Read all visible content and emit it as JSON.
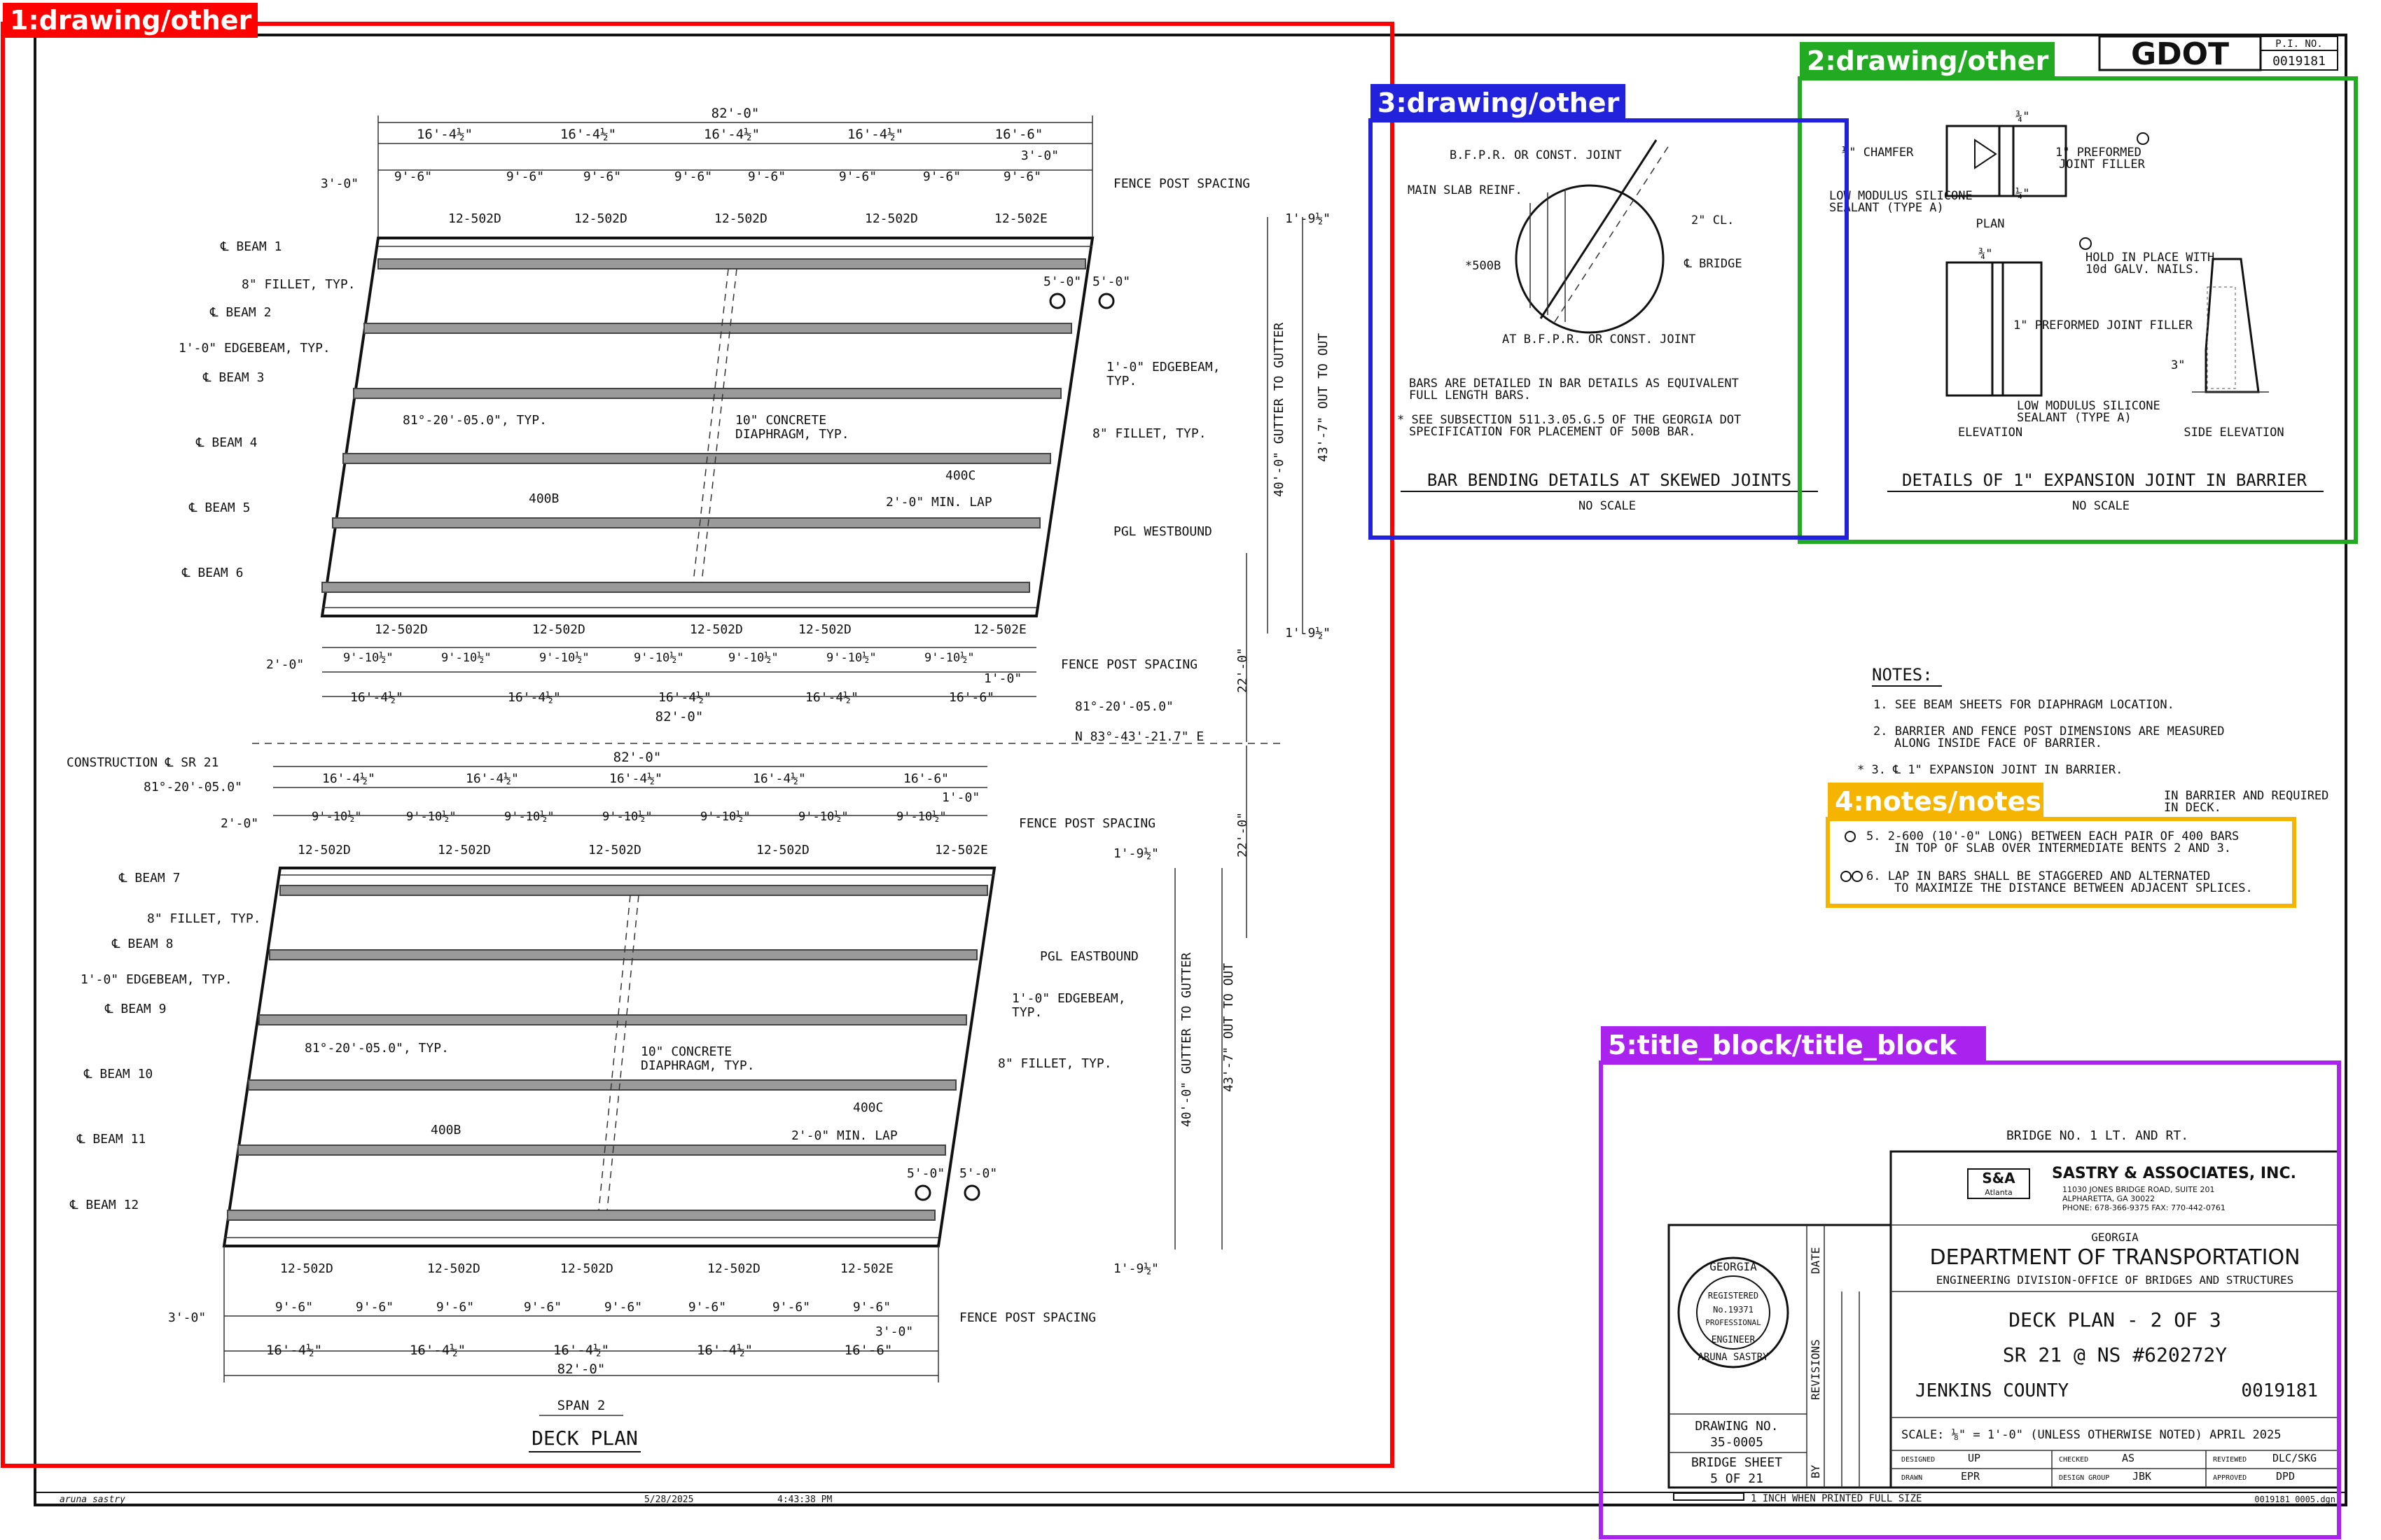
{
  "annotations": [
    {
      "label": "1:drawing/other",
      "color": "#ff0000"
    },
    {
      "label": "2:drawing/other",
      "color": "#22aa22"
    },
    {
      "label": "3:drawing/other",
      "color": "#2222dd"
    },
    {
      "label": "4:notes/notes",
      "color": "#f5b400"
    },
    {
      "label": "5:title_block/title_block",
      "color": "#aa22ee"
    }
  ],
  "header": {
    "logo": "GDOT",
    "pi_no_label": "P.I. NO.",
    "pi_no": "0019181"
  },
  "deck_plan": {
    "span_label": "SPAN 2",
    "title": "DECK PLAN",
    "top_overall": "82'-0\"",
    "top_segments": [
      "16'-4½\"",
      "16'-4½\"",
      "16'-4½\"",
      "16'-4½\"",
      "16'-6\""
    ],
    "top_spacing": [
      "9'-6\"",
      "9'-6\"",
      "9'-6\"",
      "9'-6\"",
      "9'-6\"",
      "9'-6\"",
      "9'-6\"",
      "3'-0\""
    ],
    "mid_spacing": [
      "9'-10½\"",
      "9'-10½\"",
      "9'-10½\"",
      "9'-10½\"",
      "9'-10½\"",
      "9'-10½\"",
      "9'-10½\""
    ],
    "mid_segments": [
      "16'-4½\"",
      "16'-4½\"",
      "16'-4½\"",
      "16'-4½\"",
      "16'-6\""
    ],
    "bottom_segments": [
      "16'-4½\"",
      "16'-4½\"",
      "16'-4½\"",
      "16'-4½\"",
      "16'-6\""
    ],
    "bottom_spacing": [
      "9'-6\"",
      "9'-6\"",
      "9'-6\"",
      "9'-6\"",
      "9'-6\"",
      "9'-6\"",
      "9'-6\""
    ],
    "bars": [
      "12-502D",
      "12-502D",
      "12-502D",
      "12-502D",
      "12-502E"
    ],
    "beams_wb": [
      "℄ BEAM 1",
      "℄ BEAM 2",
      "℄ BEAM 3",
      "℄ BEAM 4",
      "℄ BEAM 5",
      "℄ BEAM 6"
    ],
    "beams_eb": [
      "℄ BEAM 7",
      "℄ BEAM 8",
      "℄ BEAM 9",
      "℄ BEAM 10",
      "℄ BEAM 11",
      "℄ BEAM 12"
    ],
    "fillet": "8\" FILLET, TYP.",
    "edgebeam": "1'-0\" EDGEBEAM, TYP.",
    "edgebeam_r1": "1'-0\" EDGEBEAM,",
    "edgebeam_r2": "TYP.",
    "skew": "81°-20'-05.0\", TYP.",
    "skew_plain": "81°-20'-05.0\"",
    "diaphragm_1": "10\" CONCRETE",
    "diaphragm_2": "DIAPHRAGM, TYP.",
    "bar_400c": "400C",
    "bar_400b": "400B",
    "lap": "2'-0\" MIN. LAP",
    "pgl_wb": "PGL WESTBOUND",
    "pgl_eb": "PGL EASTBOUND",
    "fence": "FENCE POST SPACING",
    "gutter": "40'-0\"  GUTTER TO GUTTER",
    "outout": "43'-7\"  OUT TO OUT",
    "dim_19": "1'-9½\"",
    "dim_22": "22'-0\"",
    "dim_3": "3'-0\"",
    "dim_2": "2'-0\"",
    "dim_1": "1'-0\"",
    "dim_5": "5'-0\"",
    "construction": "CONSTRUCTION ℄ SR 21",
    "bearing": "N 83°-43'-21.7\" E"
  },
  "bar_bending": {
    "bfpr": "B.F.P.R. OR CONST. JOINT",
    "slab": "MAIN SLAB REINF.",
    "cl": "2\" CL.",
    "bridge": "℄ BRIDGE",
    "bar": "*500B",
    "at": "AT B.F.P.R. OR CONST. JOINT",
    "note1a": "BARS ARE DETAILED IN BAR DETAILS AS EQUIVALENT",
    "note1b": "FULL LENGTH BARS.",
    "note2a": "* SEE SUBSECTION 511.3.05.G.5 OF THE GEORGIA DOT",
    "note2b": "SPECIFICATION FOR PLACEMENT OF 500B BAR.",
    "title": "BAR BENDING DETAILS AT SKEWED JOINTS",
    "scale": "NO SCALE"
  },
  "expansion": {
    "chamfer": "¼\" CHAMFER",
    "filler_a": "1\" PREFORMED",
    "filler_b": "JOINT FILLER",
    "sealant_a": "LOW MODULUS SILICONE",
    "sealant_b": "SEALANT (TYPE A)",
    "plan": "PLAN",
    "dim34": "¾\"",
    "dim14": "¼\"",
    "hold_a": "HOLD IN PLACE WITH",
    "hold_b": "10d GALV. NAILS.",
    "filler_elev": "1\" PREFORMED JOINT FILLER",
    "dim3": "3\"",
    "elevation": "ELEVATION",
    "side": "SIDE ELEVATION",
    "title": "DETAILS OF 1\" EXPANSION JOINT IN BARRIER",
    "scale": "NO SCALE"
  },
  "notes": {
    "heading": "NOTES:",
    "n1": "1.  SEE BEAM SHEETS FOR DIAPHRAGM LOCATION.",
    "n2a": "2.  BARRIER AND FENCE POST DIMENSIONS ARE MEASURED",
    "n2b": "ALONG INSIDE FACE OF BARRIER.",
    "n3": "* 3.  ℄ 1\" EXPANSION JOINT IN BARRIER.",
    "n4a": "IN BARRIER AND REQUIRED",
    "n4b": "IN DECK.",
    "n5a": "5.  2-600 (10'-0\" LONG) BETWEEN EACH PAIR OF 400 BARS",
    "n5b": "IN TOP OF SLAB OVER INTERMEDIATE BENTS 2 AND 3.",
    "n6a": "6.  LAP IN BARS SHALL BE STAGGERED AND ALTERNATED",
    "n6b": "TO MAXIMIZE THE DISTANCE BETWEEN ADJACENT SPLICES."
  },
  "title_block": {
    "bridge_no": "BRIDGE NO. 1 LT. AND RT.",
    "firm": "SASTRY & ASSOCIATES, INC.",
    "firm_logo": "S&A",
    "firm_city": "Atlanta",
    "addr1": "11030 JONES BRIDGE ROAD, SUITE 201",
    "addr2": "ALPHARETTA, GA 30022",
    "addr3": "PHONE: 678-366-9375    FAX: 770-442-0761",
    "state": "GEORGIA",
    "dept": "DEPARTMENT OF TRANSPORTATION",
    "division": "ENGINEERING DIVISION-OFFICE OF BRIDGES AND STRUCTURES",
    "sheet_title": "DECK PLAN - 2 OF 3",
    "route": "SR 21 @ NS #620272Y",
    "county": "JENKINS COUNTY",
    "project": "0019181",
    "scale": "SCALE: ⅛\" = 1'-0\" (UNLESS OTHERWISE NOTED)  APRIL 2025",
    "designed_label": "DESIGNED",
    "designed": "UP",
    "checked_label": "CHECKED",
    "checked": "AS",
    "reviewed_label": "REVIEWED",
    "reviewed": "DLC/SKG",
    "drawn_label": "DRAWN",
    "drawn": "EPR",
    "group_label": "DESIGN GROUP",
    "group": "JBK",
    "approved_label": "APPROVED",
    "approved": "DPD",
    "drawing_no_label": "DRAWING NO.",
    "drawing_no": "35-0005",
    "bridge_sheet_label": "BRIDGE SHEET",
    "bridge_sheet": "5  OF  21",
    "date_label": "DATE",
    "revisions_label": "REVISIONS",
    "by_label": "BY",
    "seal_top": "GEORGIA",
    "seal_reg": "REGISTERED",
    "seal_no": "No.19371",
    "seal_prof": "PROFESSIONAL",
    "seal_eng": "ENGINEER",
    "seal_name": "ARUNA SASTRY",
    "printed": "1 INCH WHEN PRINTED FULL SIZE"
  },
  "footer": {
    "user": "aruna sastry",
    "date": "5/28/2025",
    "time": "4:43:38 PM",
    "file": "0019181_0005.dgn"
  }
}
